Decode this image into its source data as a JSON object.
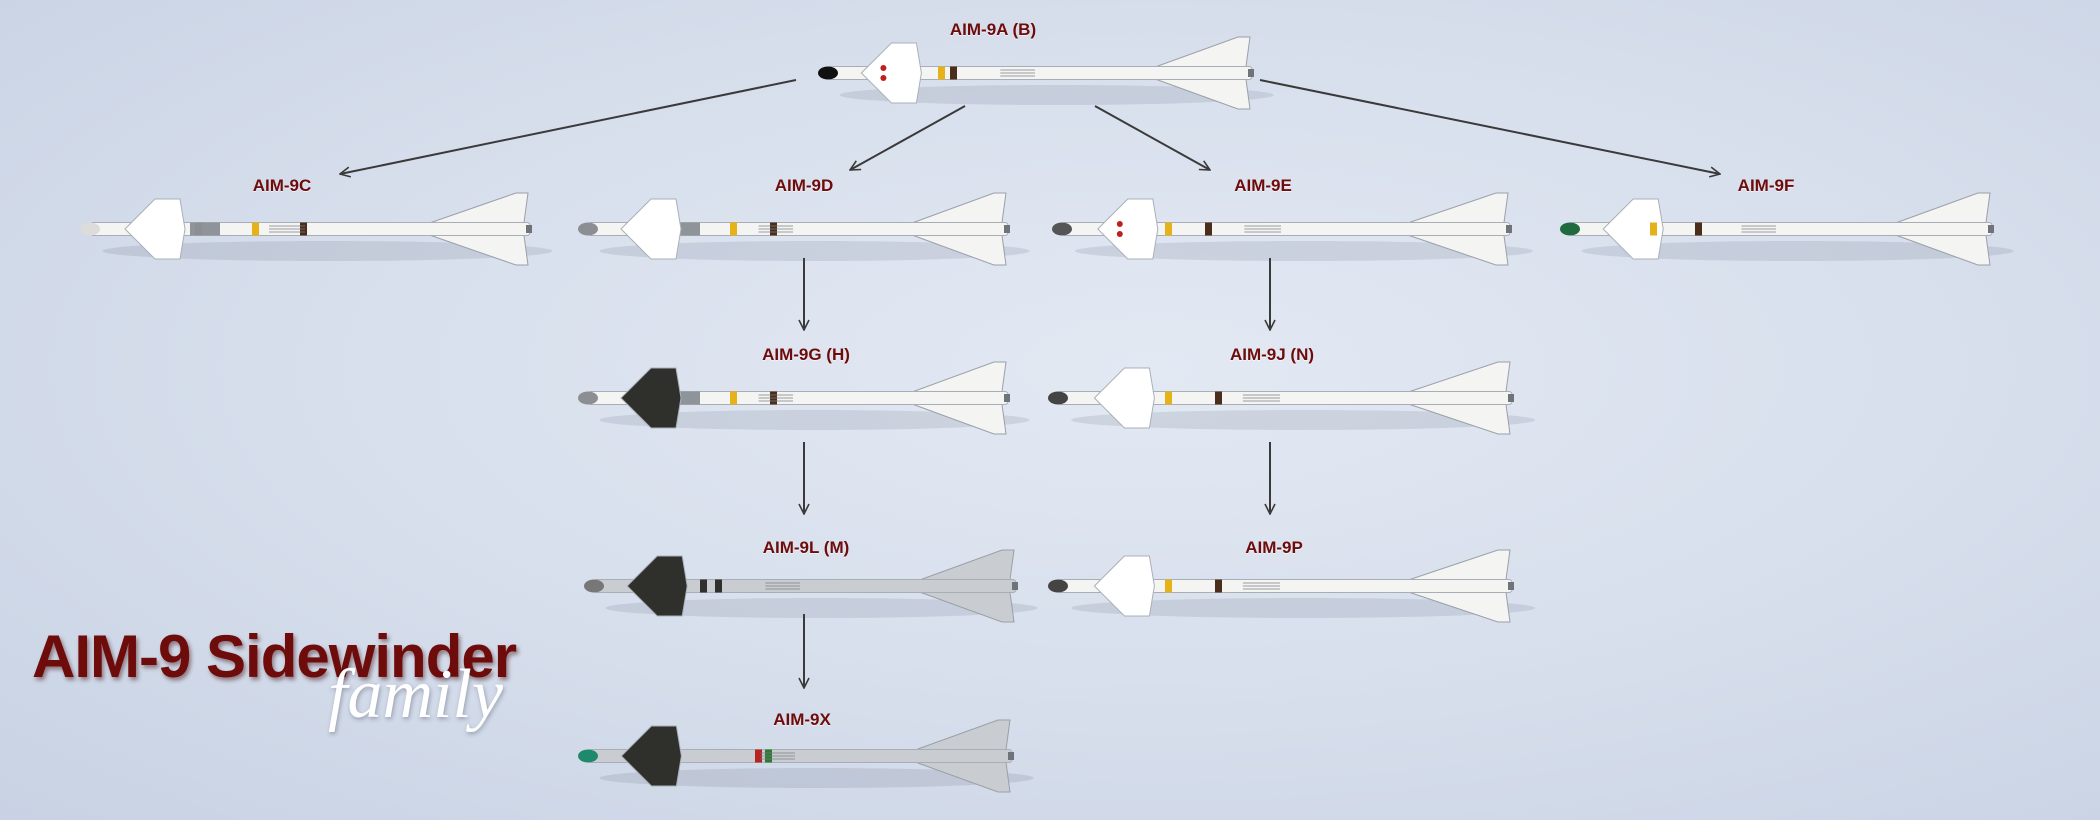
{
  "title": {
    "main": "AIM-9 Sidewinder",
    "sub": "family"
  },
  "variants": {
    "a": "AIM-9A (B)",
    "c": "AIM-9C",
    "d": "AIM-9D",
    "e": "AIM-9E",
    "f": "AIM-9F",
    "g": "AIM-9G (H)",
    "j": "AIM-9J (N)",
    "l": "AIM-9L (M)",
    "p": "AIM-9P",
    "x": "AIM-9X"
  },
  "colors": {
    "label": "#6e0b0b",
    "arrow": "#3a3a3a",
    "body_white": "#f4f4f2",
    "body_grey": "#c9cdd2",
    "body_dark": "#2f302c"
  }
}
